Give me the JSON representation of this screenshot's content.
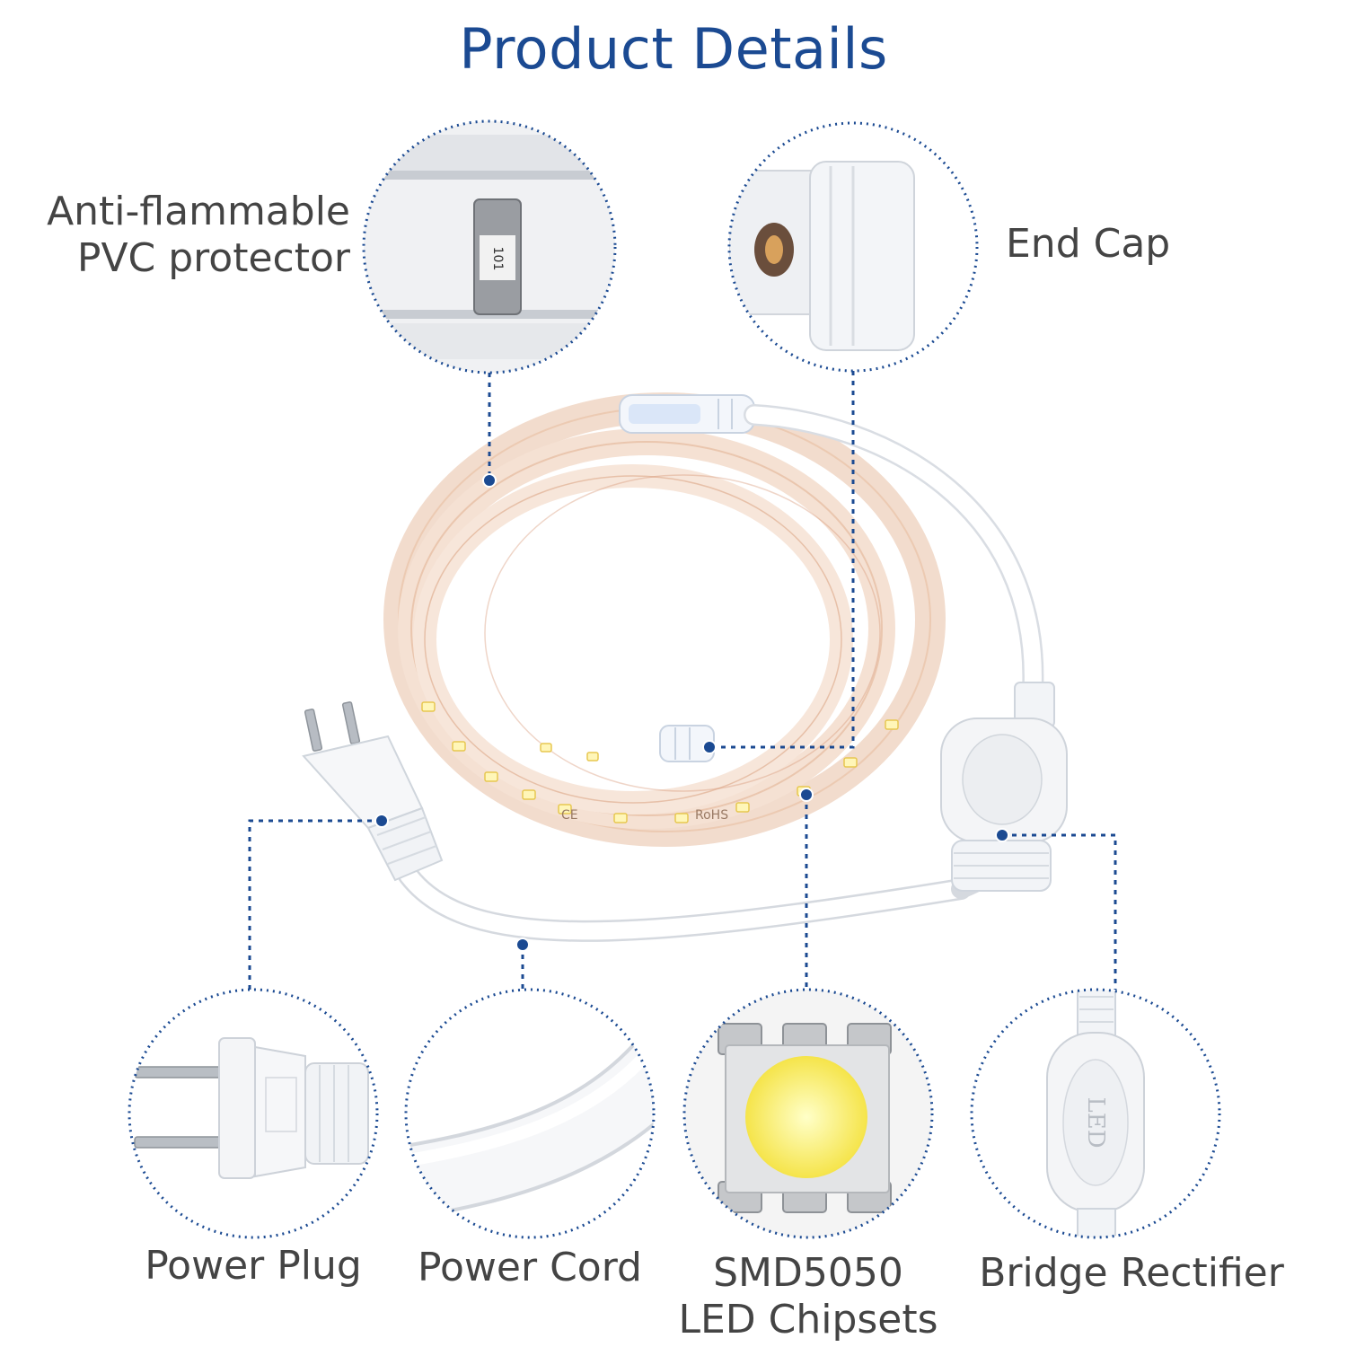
{
  "title": "Product Details",
  "accent_color": "#1b4a92",
  "callouts": {
    "pvc_protector": {
      "line1": "Anti-flammable",
      "line2": "PVC protector"
    },
    "end_cap": {
      "label": "End Cap"
    },
    "power_plug": {
      "label": "Power Plug"
    },
    "power_cord": {
      "label": "Power Cord"
    },
    "chipsets": {
      "line1": "SMD5050",
      "line2": "LED Chipsets"
    },
    "bridge_rectifier": {
      "label": "Bridge Rectifier"
    }
  },
  "markings": {
    "strip_ce": "CE",
    "strip_rohs": "RoHS",
    "rectifier_text": "LED",
    "resistor_code": "101"
  }
}
